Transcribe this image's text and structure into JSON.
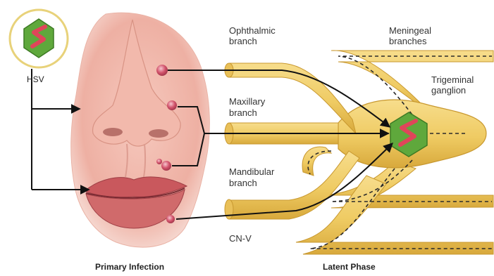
{
  "virus": {
    "label": "HSV",
    "colors": {
      "capsid": "#5fa83c",
      "genome": "#e0455a",
      "ring": "#e8d27a"
    }
  },
  "nerve_labels": {
    "ophthalmic_line1": "Ophthalmic",
    "ophthalmic_line2": "branch",
    "maxillary_line1": "Maxillary",
    "maxillary_line2": "branch",
    "mandibular_line1": "Mandibular",
    "mandibular_line2": "branch",
    "cnv": "CN-V",
    "meningeal_line1": "Meningeal",
    "meningeal_line2": "branches",
    "ganglion_line1": "Trigeminal",
    "ganglion_line2": "ganglion"
  },
  "captions": {
    "left": "Primary Infection",
    "right": "Latent Phase"
  },
  "colors": {
    "nerve": "#f0cf6a",
    "nerve_dark": "#d9ac3e",
    "skin": "#f0b7ab",
    "lip": "#c2545a",
    "lesion": "#d2536b"
  }
}
